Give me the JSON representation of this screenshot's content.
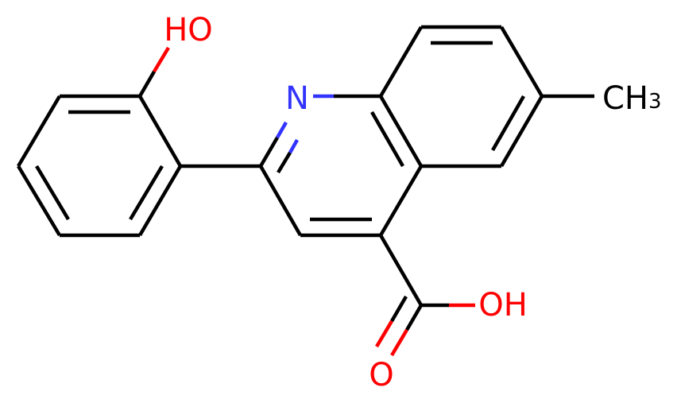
{
  "colors": {
    "bond": "#000000",
    "nitrogen": "#3333ff",
    "oxygen": "#ff0000",
    "carbon_label": "#000000",
    "background": "#ffffff"
  },
  "labels": {
    "hydroxyl_top": "HO",
    "ring_nitrogen": "N",
    "methyl_main": "CH",
    "methyl_sub": "3",
    "carboxyl_oh": "OH",
    "carbonyl_o": "O"
  }
}
